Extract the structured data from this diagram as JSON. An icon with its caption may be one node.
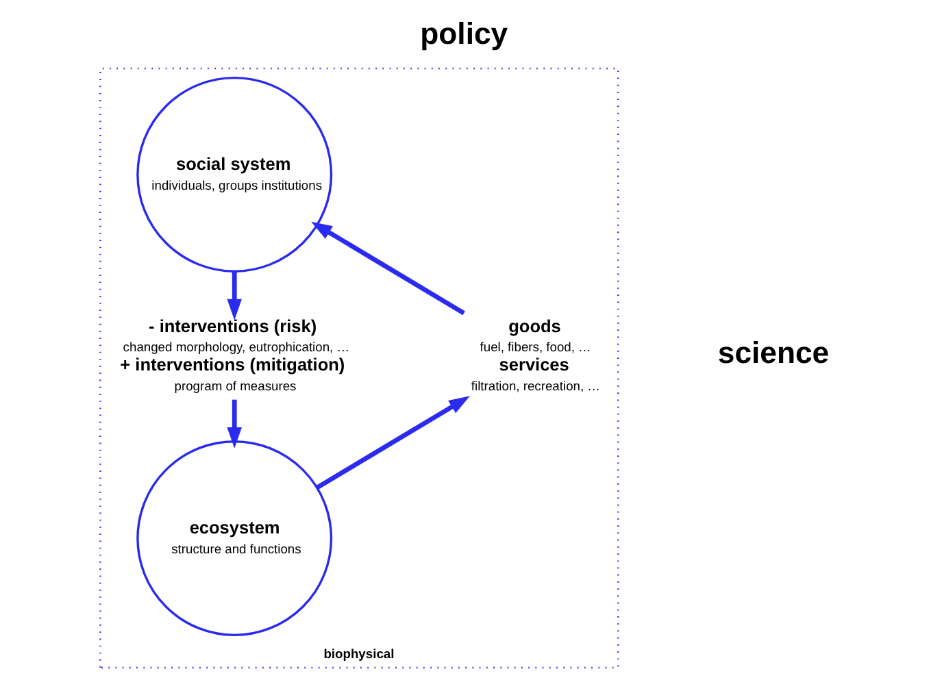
{
  "diagram": {
    "title": "policy",
    "nodes": [
      {
        "text": [
          "biophysical"
        ]
      },
      {
        "text": [
          "social system",
          "individuals, groups institutions"
        ],
        "in": 0
      },
      {
        "text": [
          "- interventions (risk)",
          "changed morphology, eutrophication, …",
          "+ interventions (mitigation)",
          "program of measures"
        ],
        "in": 0
      },
      {
        "text": [
          "ecosystem",
          "structure and functions"
        ],
        "in": 0
      },
      {
        "text": [
          "goods",
          "fuel, fibers, food, …",
          "services",
          "filtration, recreation, …"
        ],
        "in": 0
      }
    ],
    "edges": [
      {
        "from": 1,
        "to": 2,
        "arrow": "to"
      },
      {
        "from": 2,
        "to": 3,
        "arrow": "to"
      },
      {
        "from": 3,
        "to": 4,
        "arrow": "to"
      },
      {
        "from": 4,
        "to": 1,
        "arrow": "to"
      }
    ],
    "labels": [
      "science"
    ]
  }
}
